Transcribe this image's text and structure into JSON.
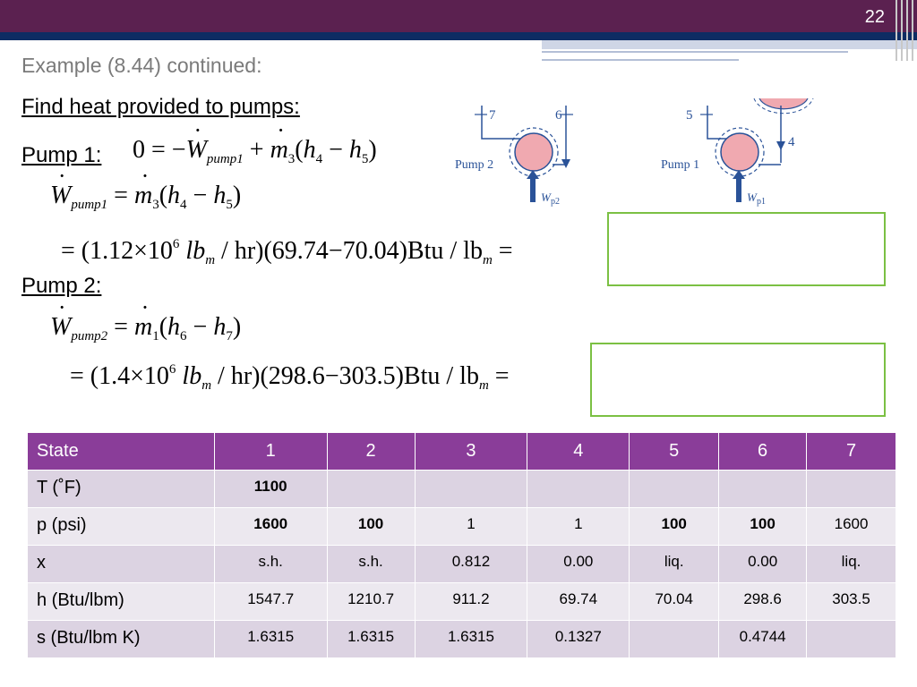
{
  "slide": {
    "number": "22"
  },
  "title": "Example (8.44) continued:",
  "subheading": "Find heat provided to pumps:",
  "pump1": {
    "label": "Pump 1:",
    "eq1": {
      "zero": "0",
      "eq": "=",
      "minus": "−",
      "W": "W",
      "W_sub": "pump1",
      "plus": "+",
      "m": "m",
      "m_sub": "3",
      "open": "(",
      "h": "h",
      "h4": "4",
      "minus2": "−",
      "h5": "5",
      "close": ")"
    },
    "eq2": {
      "W": "W",
      "W_sub": "pump1",
      "eq": "=",
      "m": "m",
      "m_sub": "3",
      "open": "(",
      "h": "h",
      "ha": "4",
      "minus": "−",
      "hb": "5",
      "close": ")"
    },
    "eq3": {
      "eq": "=",
      "coef": "(1.12",
      "times": "×",
      "ten": "10",
      "exp": "6",
      "lb": "lb",
      "lb_sub": "m",
      "per_hr": "/ hr)(69.74",
      "minus": "−",
      "rest": "70.04)Btu / lb",
      "lb2_sub": "m",
      "eq2": "="
    }
  },
  "pump2": {
    "label": "Pump 2:",
    "eq1": {
      "W": "W",
      "W_sub": "pump2",
      "eq": "=",
      "m": "m",
      "m_sub": "1",
      "open": "(",
      "h": "h",
      "ha": "6",
      "minus": "−",
      "hb": "7",
      "close": ")"
    },
    "eq2": {
      "eq": "=",
      "coef": "(1.4",
      "times": "×",
      "ten": "10",
      "exp": "6",
      "lb": "lb",
      "lb_sub": "m",
      "per_hr": "/ hr)(298.6",
      "minus": "−",
      "rest": "303.5)Btu / lb",
      "lb2_sub": "m",
      "eq2": "="
    }
  },
  "diagram_left": {
    "label_a": "7",
    "label_b": "6",
    "pump_label": "Pump 2",
    "w_label": "W",
    "w_sub": "p2"
  },
  "diagram_right": {
    "label_a": "5",
    "label_b": "4",
    "pump_label": "Pump 1",
    "w_label": "W",
    "w_sub": "p1"
  },
  "table": {
    "headers": [
      "State",
      "1",
      "2",
      "3",
      "4",
      "5",
      "6",
      "7"
    ],
    "rows": [
      {
        "label": "T (˚F)",
        "cells": [
          "1100",
          "",
          "",
          "",
          "",
          "",
          ""
        ]
      },
      {
        "label": "p (psi)",
        "cells": [
          "1600",
          "100",
          "1",
          "1",
          "100",
          "100",
          "1600"
        ]
      },
      {
        "label": "x",
        "cells": [
          "s.h.",
          "s.h.",
          "0.812",
          "0.00",
          "liq.",
          "0.00",
          "liq."
        ]
      },
      {
        "label": "h (Btu/lbm)",
        "cells": [
          "1547.7",
          "1210.7",
          "911.2",
          "69.74",
          "70.04",
          "298.6",
          "303.5"
        ]
      },
      {
        "label": "s (Btu/lbm K)",
        "cells": [
          "1.6315",
          "1.6315",
          "1.6315",
          "0.1327",
          "",
          "0.4744",
          ""
        ]
      }
    ]
  },
  "colors": {
    "header_bar": "#5b2150",
    "table_header": "#8a3d99",
    "answer_box_border": "#7bc043",
    "accent_blue": "#0e2c63"
  }
}
